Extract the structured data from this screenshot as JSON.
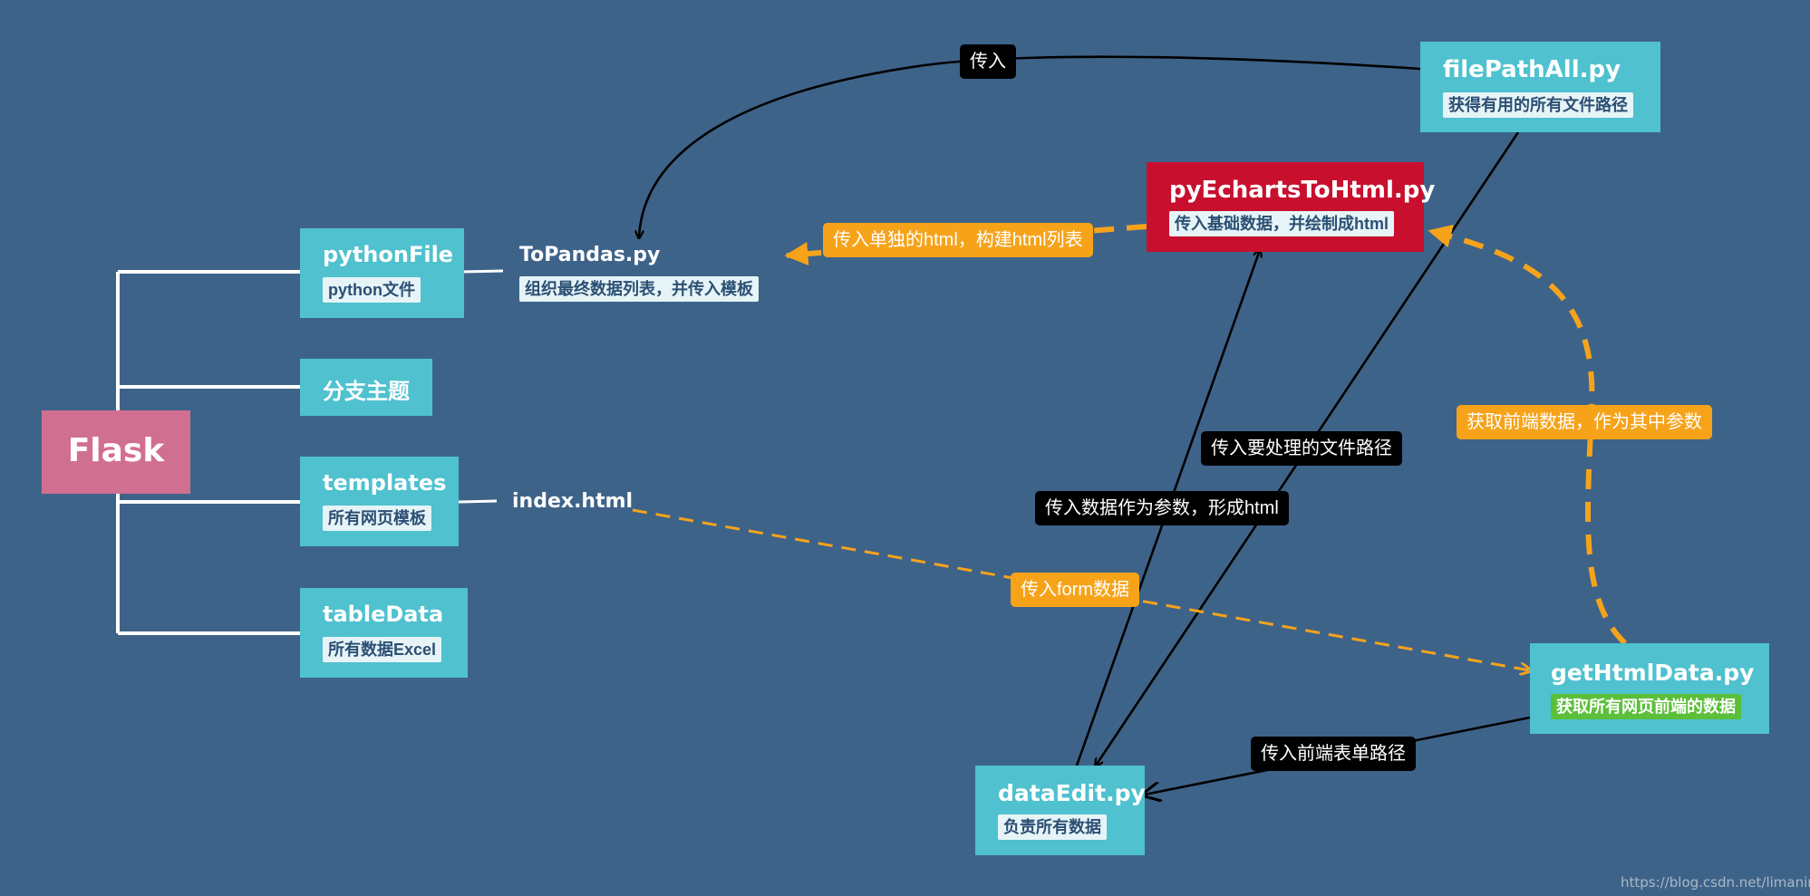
{
  "root": {
    "label": "Flask"
  },
  "branches": {
    "pythonFile": {
      "title": "pythonFile",
      "desc": "python文件"
    },
    "branchTopic": {
      "title": "分支主题"
    },
    "templates": {
      "title": "templates",
      "desc": "所有网页模板"
    },
    "tableData": {
      "title": "tableData",
      "desc": "所有数据Excel"
    }
  },
  "files": {
    "toPandas": {
      "title": "ToPandas.py",
      "desc": "组织最终数据列表，并传入模板"
    },
    "indexHtml": {
      "title": "index.html"
    },
    "filePathAll": {
      "title": "filePathAll.py",
      "desc": "获得有用的所有文件路径"
    },
    "pyEchartsToHtml": {
      "title": "pyEchartsToHtml.py",
      "desc": "传入基础数据，并绘制成html"
    },
    "getHtmlData": {
      "title": "getHtmlData.py",
      "desc": "获取所有网页前端的数据"
    },
    "dataEdit": {
      "title": "dataEdit.py",
      "desc": "负责所有数据"
    }
  },
  "edge_labels": {
    "pass_in": "传入",
    "single_html": "传入单独的html，构建html列表",
    "frontend_param": "获取前端数据，作为其中参数",
    "file_path": "传入要处理的文件路径",
    "data_param": "传入数据作为参数，形成html",
    "form_data": "传入form数据",
    "form_path": "传入前端表单路径"
  },
  "colors": {
    "background": "#3e6389",
    "root": "#d16f91",
    "node": "#4fc1cf",
    "highlight": "#c8102e",
    "accent": "#f6a31a",
    "green_tag": "#5bbf3a",
    "wire": "#ffffff",
    "arrow": "#000000"
  },
  "watermark": "https://blog.csdn.net/limaning"
}
